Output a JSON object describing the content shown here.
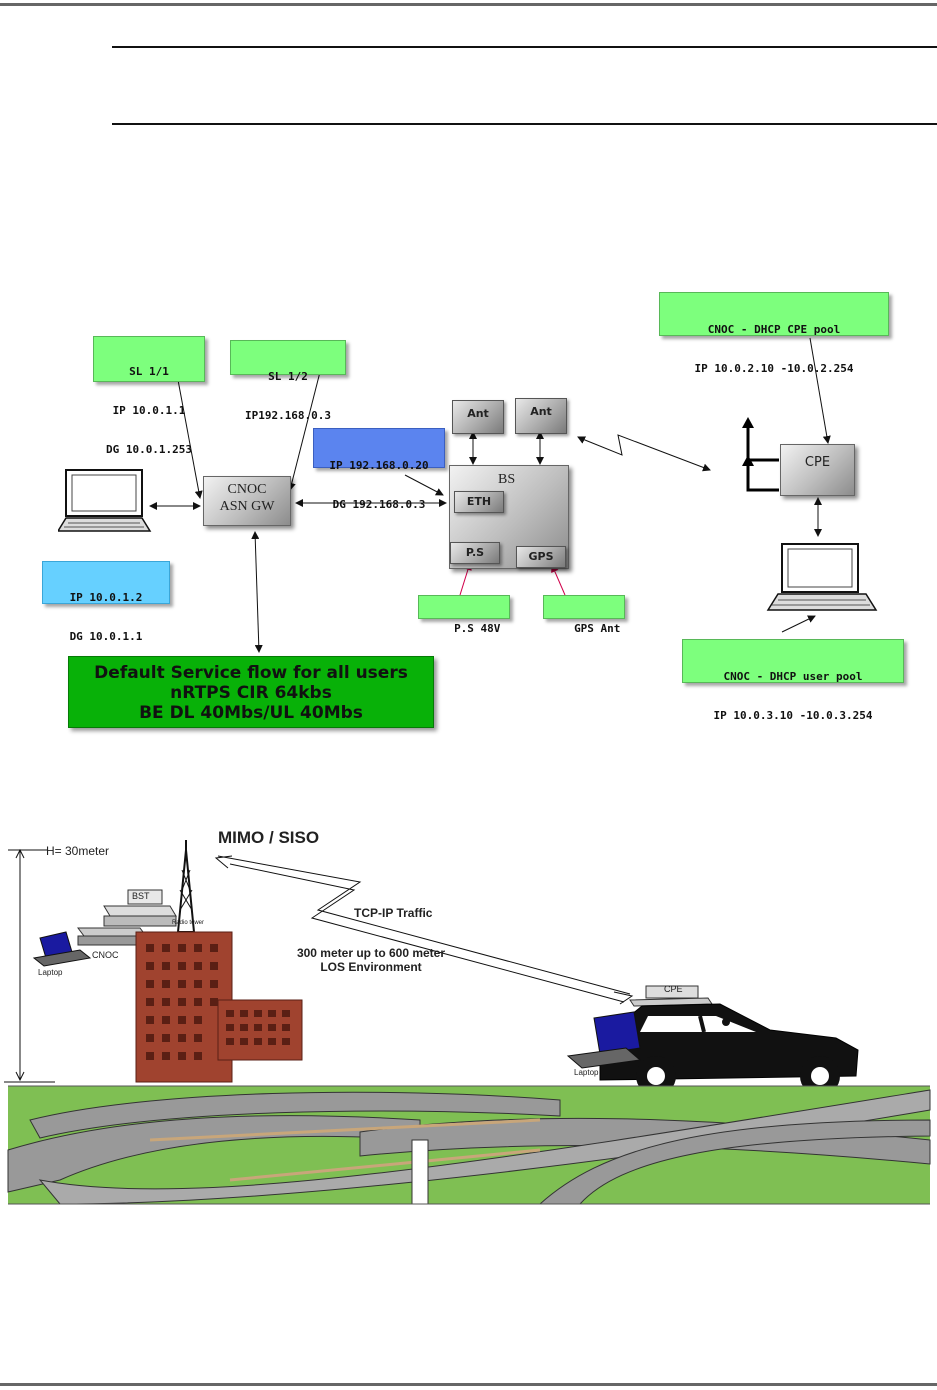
{
  "diagram1": {
    "sl11": [
      "SL 1/1",
      "IP 10.0.1.1",
      "DG 10.0.1.253"
    ],
    "sl12": [
      "SL 1/2",
      "IP192.168.0.3"
    ],
    "bs_ip": [
      "IP 192.168.0.20",
      "DG 192.168.0.3"
    ],
    "laptop_ip": [
      "IP 10.0.1.2",
      "DG 10.0.1.1"
    ],
    "cpe_pool": [
      "CNOC - DHCP CPE pool",
      "IP 10.0.2.10 -10.0.2.254"
    ],
    "user_pool": [
      "CNOC - DHCP user pool",
      "IP 10.0.3.10 -10.0.3.254"
    ],
    "cnoc": [
      "CNOC",
      "ASN GW"
    ],
    "bs": "BS",
    "eth": "ETH",
    "ps": "P.S",
    "gps": "GPS",
    "ant1": "Ant",
    "ant2": "Ant",
    "cpe": "CPE",
    "ps48": "P.S 48V",
    "gps_ant": "GPS Ant",
    "service_flow": [
      "Default Service flow for all users",
      "nRTPS CIR 64kbs",
      "BE DL 40Mbs/UL 40Mbs"
    ],
    "colors": {
      "green": "#7dff7d",
      "blue": "#5b84ef",
      "cyan": "#66d0ff",
      "banner": "#08b108"
    }
  },
  "diagram2": {
    "height_label": "H= 30meter",
    "mimo": "MIMO / SISO",
    "bst": "BST",
    "radio_tower": "Radio tower",
    "cnoc": "CNOC",
    "laptop_left": "Laptop",
    "traffic": "TCP-IP Traffic",
    "distance": [
      "300 meter up to 600 meter",
      "LOS Environment"
    ],
    "cpe": "CPE",
    "laptop_right": "Laptop"
  }
}
